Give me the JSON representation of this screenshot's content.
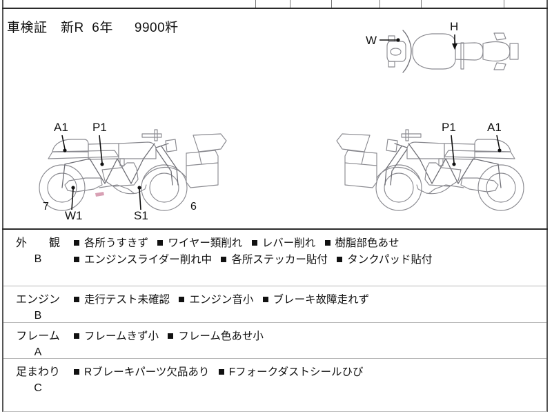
{
  "document": {
    "type": "motorcycle-inspection-sheet",
    "top_cut_row": {
      "note": "partially cropped row at very top, text illegible",
      "cells": [
        "",
        "",
        "",
        "",
        "",
        "",
        ""
      ]
    },
    "header": {
      "registration_line": "車検証　新R  6年　  9900粁",
      "registration_parts": {
        "label": "車検証",
        "era_year": "新R  6年",
        "mileage": "9900粁"
      }
    },
    "diagrams": {
      "top_view": {
        "name": "motorcycle-top-view",
        "callouts": [
          {
            "label": "W",
            "position": "left"
          },
          {
            "label": "H",
            "position": "top"
          }
        ]
      },
      "side_view_left": {
        "name": "motorcycle-side-view-left",
        "callouts": [
          {
            "label": "A1",
            "position": "top-left"
          },
          {
            "label": "P1",
            "position": "top-center"
          },
          {
            "label": "W1",
            "position": "bottom-left"
          },
          {
            "label": "S1",
            "position": "bottom-center"
          },
          {
            "label": "7",
            "position": "bottom-far-left"
          },
          {
            "label": "6",
            "position": "bottom-right"
          }
        ]
      },
      "side_view_right": {
        "name": "motorcycle-side-view-right",
        "callouts": [
          {
            "label": "P1",
            "position": "top-center"
          },
          {
            "label": "A1",
            "position": "top-right"
          }
        ]
      }
    },
    "condition_table": {
      "rows": [
        {
          "category": "外　　観",
          "grade": "B",
          "items": [
            "各所うすきず",
            "ワイヤー類削れ",
            "レバー削れ",
            "樹脂部色あせ",
            "エンジンスライダー削れ中",
            "各所ステッカー貼付",
            "タンクパッド貼付"
          ]
        },
        {
          "category": "エンジン",
          "grade": "B",
          "items": [
            "走行テスト未確認",
            "エンジン音小",
            "ブレーキ故障走れず"
          ]
        },
        {
          "category": "フレーム",
          "grade": "A",
          "items": [
            "フレームきず小",
            "フレーム色あせ小"
          ]
        },
        {
          "category": "足まわり",
          "grade": "C",
          "items": [
            "Rブレーキパーツ欠品あり",
            "Fフォークダストシールひび"
          ]
        }
      ]
    },
    "colors": {
      "background": "#ffffff",
      "text": "#111111",
      "border_thick": "#2b2b2b",
      "border_thin": "#b5b5b5",
      "drawing_line": "#8a8a90",
      "bullet": "#111111"
    }
  }
}
